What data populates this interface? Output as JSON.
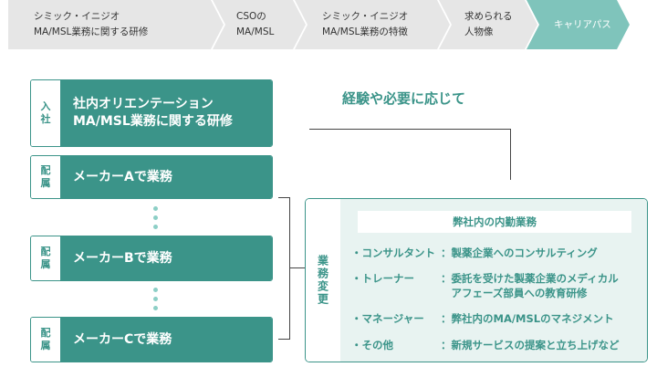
{
  "breadcrumb": [
    {
      "label": "シミック・イニジオ\nMA/MSL業務に関する研修"
    },
    {
      "label": "CSOの\nMA/MSL"
    },
    {
      "label": "シミック・イニジオ\nMA/MSL業務の特徴"
    },
    {
      "label": "求められる\n人物像"
    },
    {
      "label": "キャリアパス"
    }
  ],
  "stages": [
    {
      "tag": "入\n社",
      "text": "社内オリエンテーション\nMA/MSL業務に関する研修"
    },
    {
      "tag": "配\n属",
      "text": "メーカーAで業務"
    },
    {
      "tag": "配\n属",
      "text": "メーカーBで業務"
    },
    {
      "tag": "配\n属",
      "text": "メーカーCで業務"
    }
  ],
  "heading": "経験や必要に応じて",
  "panel": {
    "vertical_label": "業務変更",
    "title": "弊社内の内勤業務",
    "rows": [
      {
        "key": "・コンサルタント",
        "value": "：製薬企業へのコンサルティング"
      },
      {
        "key": "・トレーナー",
        "value": "：委託を受けた製薬企業のメディカル\n　アフェーズ部員への教育研修"
      },
      {
        "key": "・マネージャー",
        "value": "：弊社内のMA/MSLのマネジメント"
      },
      {
        "key": "・その他",
        "value": "：新規サービスの提案と立ち上げなど"
      }
    ]
  },
  "colors": {
    "accent": "#3b9489",
    "active_crumb": "#7fc4bb",
    "crumb_bg": "#e6e6e6",
    "panel_bg": "#e8f3f1"
  }
}
